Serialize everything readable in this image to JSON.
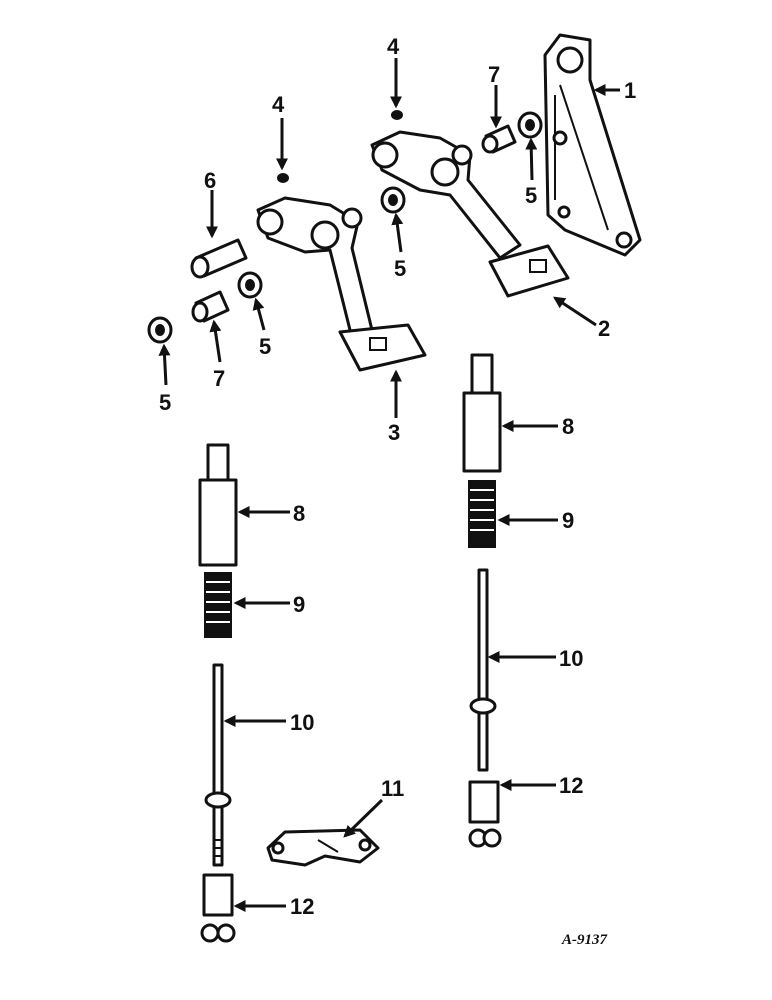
{
  "diagram": {
    "reference_code": "A-9137",
    "callouts": {
      "c1": "1",
      "c2": "2",
      "c3": "3",
      "c4a": "4",
      "c4b": "4",
      "c5a": "5",
      "c5b": "5",
      "c5c": "5",
      "c5d": "5",
      "c6": "6",
      "c7a": "7",
      "c7b": "7",
      "c8a": "8",
      "c8b": "8",
      "c9a": "9",
      "c9b": "9",
      "c10a": "10",
      "c10b": "10",
      "c11": "11",
      "c12a": "12",
      "c12b": "12"
    }
  }
}
